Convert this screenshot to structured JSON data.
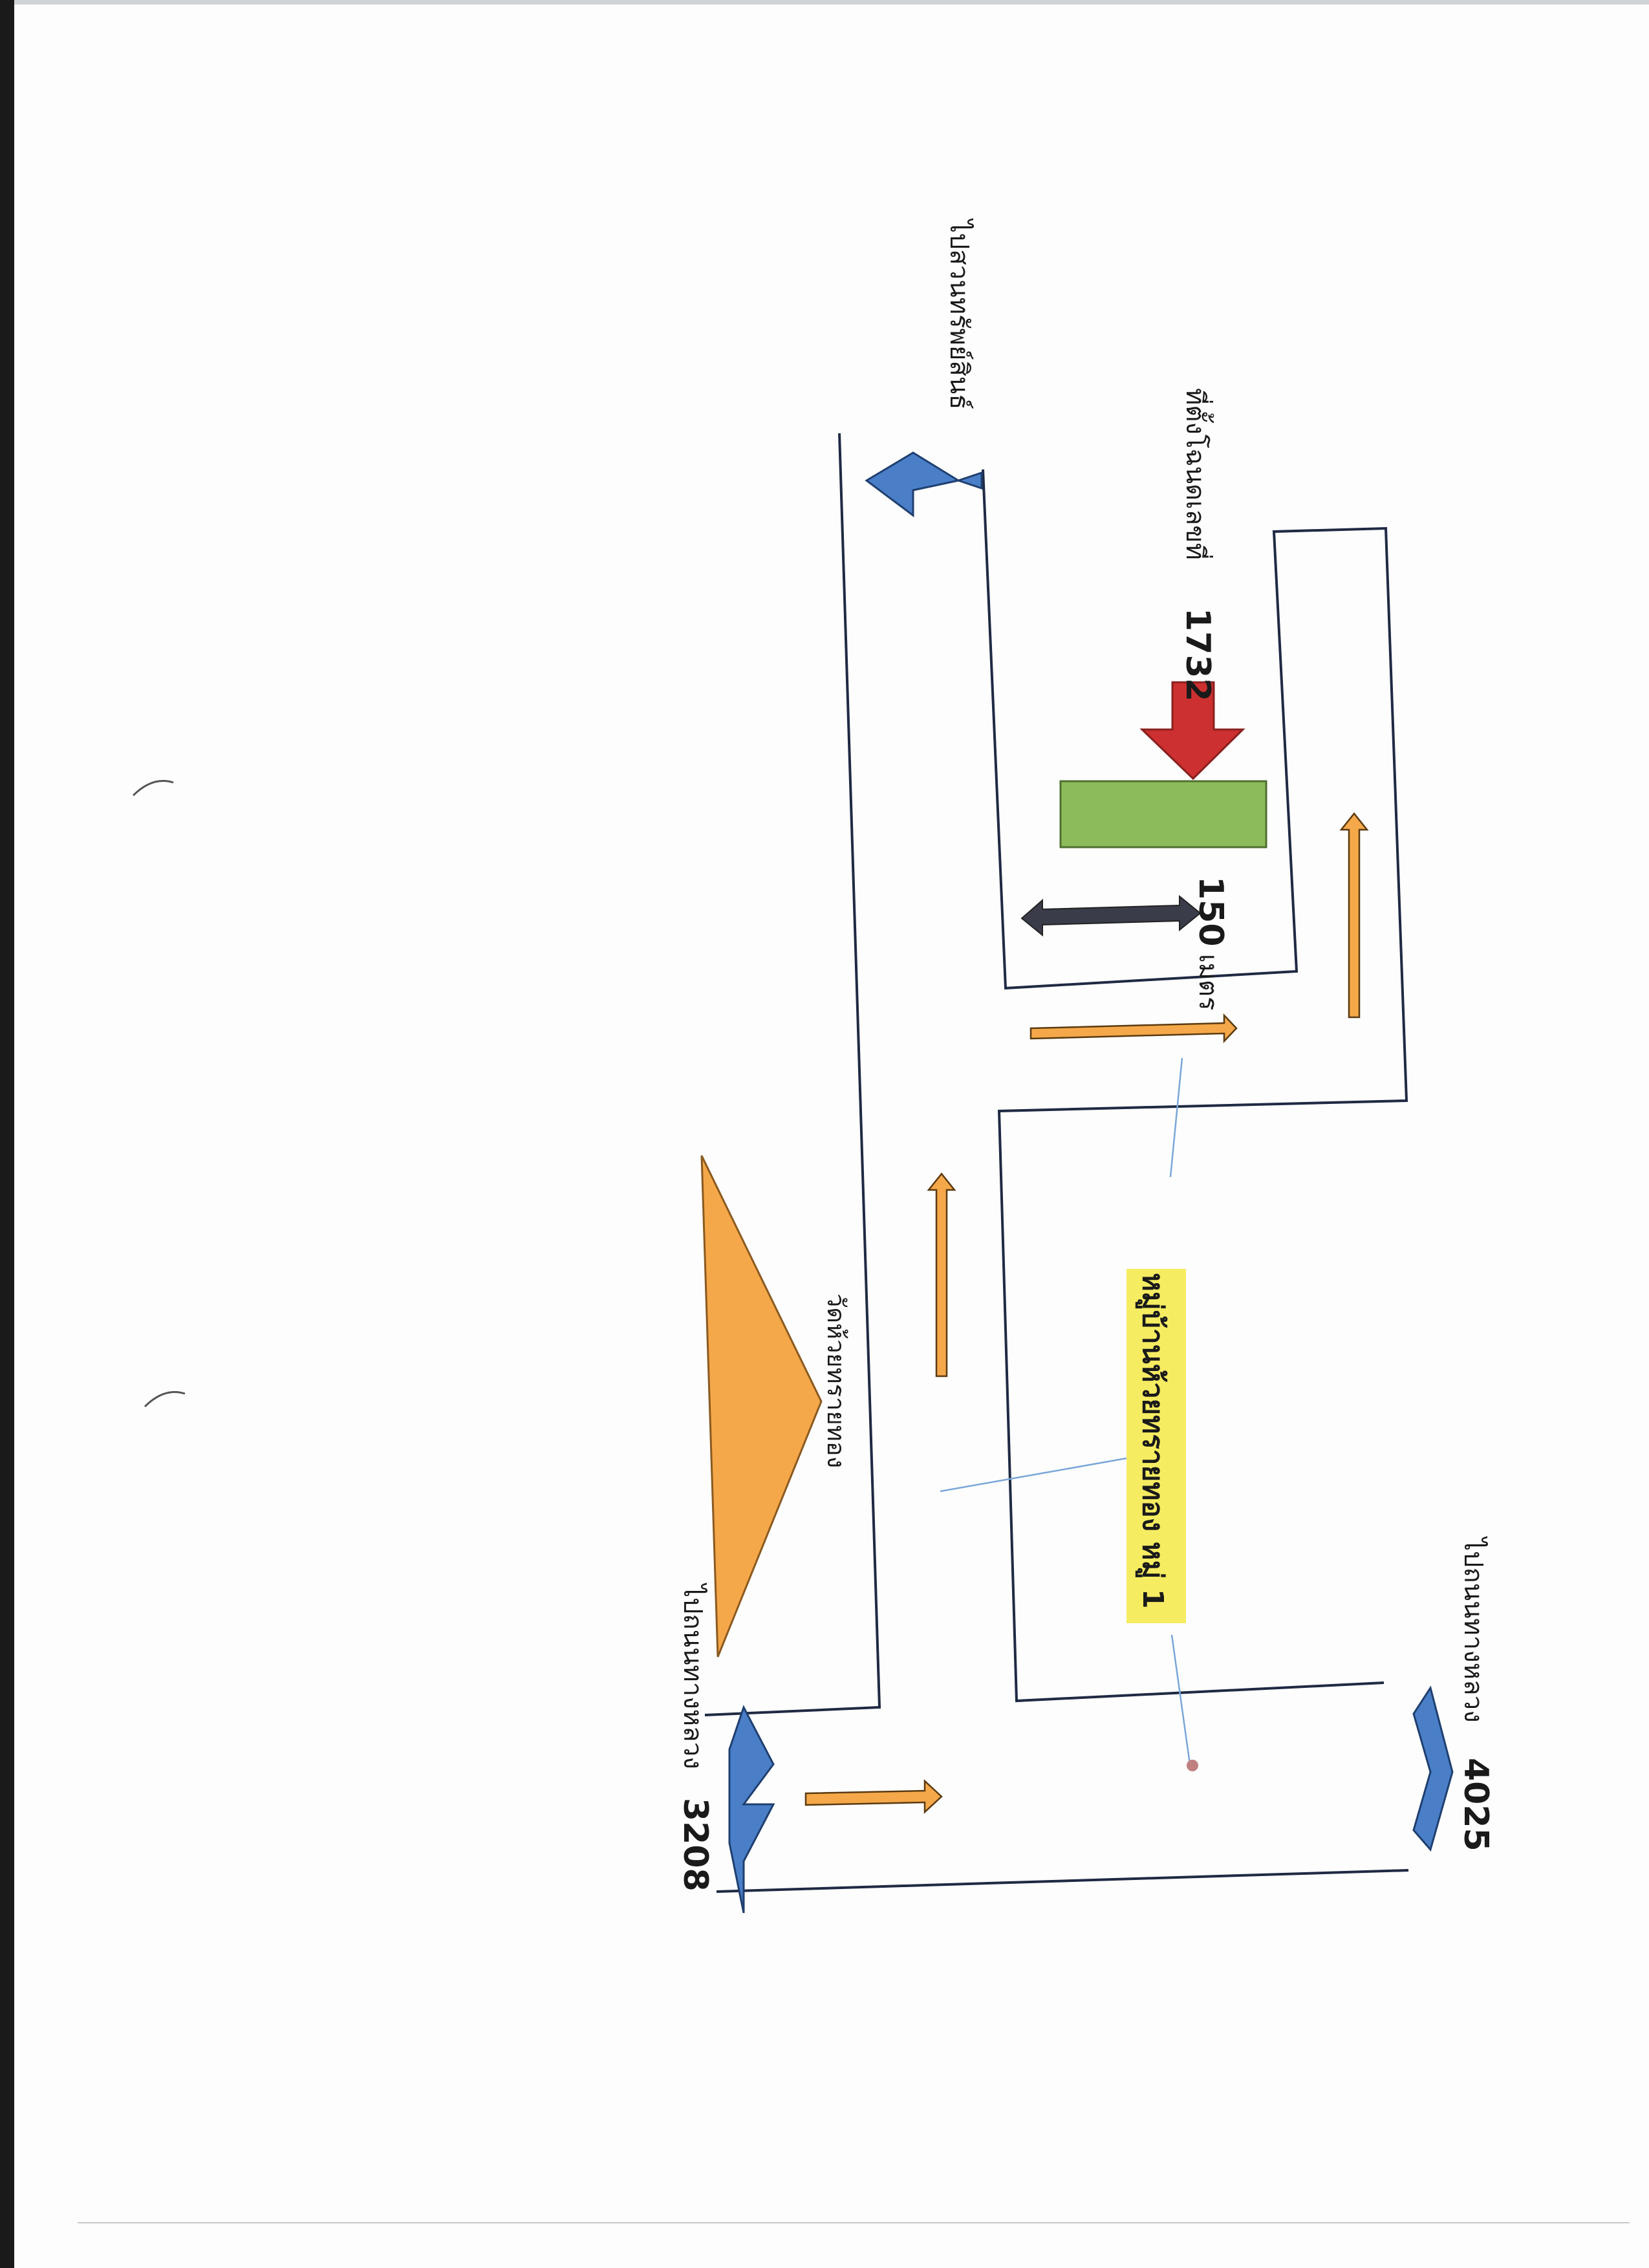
{
  "map": {
    "to_suan_thip_sin": "ไปสวนทรัพย์สินธ์",
    "land_plot_label": "ที่ตั้งโฉนดเลขที่",
    "land_plot_number": "1732",
    "distance_value": "150",
    "distance_unit": "เมตร",
    "village_label": "หมู่บ้านห้วยทรายทอง หมู่ 1",
    "temple_label": "วัดห้วยทรายทอง",
    "to_road_prefix": "ไปถนนทางหลวง",
    "road_3208_number": "3208",
    "road_4025_number": "4025"
  },
  "colors": {
    "road_line": "#1f2a44",
    "orange_arrow": "#f5a84a",
    "blue_arrow": "#4a7fc8",
    "red_arrow": "#cc3030",
    "green_plot": "#8cbc5a",
    "dark_arrow": "#3a3c4a",
    "temple_triangle": "#f5a84a",
    "village_highlight": "#f6ec62",
    "pointer_line": "#7aa6d8"
  },
  "icons": {
    "north_exit_arrow": "blue-arrow-icon",
    "plot_marker": "red-down-arrow-icon",
    "distance_marker": "double-arrow-icon",
    "temple_marker": "triangle-icon"
  }
}
